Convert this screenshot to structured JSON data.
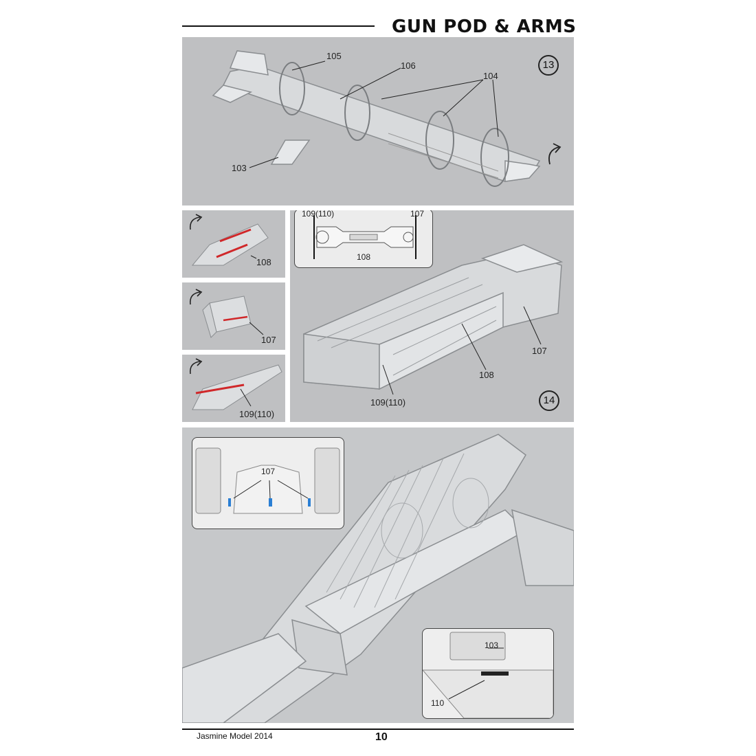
{
  "header": {
    "title": "GUN POD & ARMS"
  },
  "footer": {
    "brand": "Jasmine Model 2014",
    "page_number": "10"
  },
  "step13": {
    "number": "13",
    "labels": {
      "p105": "105",
      "p106": "106",
      "p104": "104",
      "p103": "103"
    }
  },
  "step14": {
    "number": "14",
    "inset_labels": {
      "p109": "109(110)",
      "p107": "107",
      "p108": "108"
    },
    "main_labels": {
      "p107": "107",
      "p108": "108",
      "p109": "109(110)"
    }
  },
  "fold_panels": [
    {
      "label": "108"
    },
    {
      "label": "107"
    },
    {
      "label": "109(110)"
    }
  ],
  "photo": {
    "inset1_label": "107",
    "inset2_labels": {
      "p103": "103",
      "p110": "110"
    }
  },
  "colors": {
    "panel_bg": "#bfc0c2",
    "accent_red": "#d0282a",
    "accent_blue": "#2a7fd4"
  }
}
